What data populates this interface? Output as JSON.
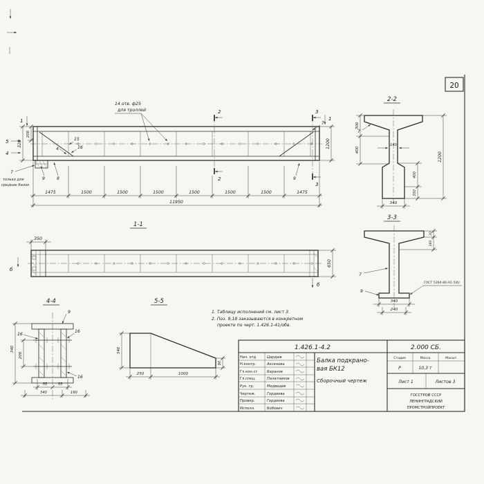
{
  "sheet": {
    "page_number": "20"
  },
  "main_view": {
    "callout_holes_1": "14 отв. ф25",
    "callout_holes_2": "для троллей",
    "cut1": "1",
    "cut2": "2",
    "cut3": "3",
    "cut4": "4",
    "cut5": "5",
    "pos4": "4",
    "pos15": "15",
    "pos16": "16",
    "pos7_left": "7",
    "pos8": "8",
    "pos9_left": "9",
    "pos9_right": "9",
    "pos7_right": "7",
    "dim_320": "320",
    "dim_200": "200",
    "dim_1200": "1200",
    "note_1": "только для",
    "note_2": "средних балок",
    "dims": [
      "1475",
      "1500",
      "1500",
      "1500",
      "1500",
      "1500",
      "1500",
      "1475"
    ],
    "dim_total": "11950"
  },
  "section22": {
    "title": "2-2",
    "dim_300": "300",
    "dim_400a": "400",
    "dim_140": "140",
    "dim_1200": "1200",
    "dim_400b": "400",
    "dim_350": "350",
    "dim_340": "340",
    "pos7": "7"
  },
  "section33": {
    "title": "3-3",
    "dim_30": "30",
    "dim_180": "180",
    "dim_340": "340",
    "dim_240": "240",
    "pos7": "7",
    "pos9": "9",
    "weld_note": "ГОСТ 5264-80-Н1-5(б)"
  },
  "section11": {
    "title": "1-1",
    "dim_350": "350",
    "dim_650": "650",
    "cut_b": "б"
  },
  "section44": {
    "title": "4-4",
    "pos9": "9",
    "dim_16": "16",
    "dim_340v": "340",
    "dim_200": "200",
    "dim_55": "55",
    "dim_340h": "340",
    "dim_160": "160"
  },
  "section55": {
    "title": "5-5",
    "dim_340": "340",
    "dim_90": "90",
    "dim_250": "250",
    "dim_1000": "1000"
  },
  "notes": {
    "line1": "1. Таблицу исполнений см. лист 3.",
    "line2": "2. Поз. 9,18 заказываются в конкретном",
    "line3": "проекте по черт. 1.426.1-41/обв."
  },
  "title_block": {
    "doc_number": "1.426.1-4.2",
    "doc_code": "2.000 СБ.",
    "rows": [
      {
        "role": "Нач. отд",
        "name": "Цардаж"
      },
      {
        "role": "Н.контр.",
        "name": "Аксенова"
      },
      {
        "role": "Гл.кон.ст",
        "name": "Баранов"
      },
      {
        "role": "Гл.спец.",
        "name": "Палатников"
      },
      {
        "role": "Рук. гр.",
        "name": "Медведев"
      },
      {
        "role": "Чертеж.",
        "name": "Гордеева"
      },
      {
        "role": "Провер.",
        "name": "Гордеева"
      },
      {
        "role": "Исполн.",
        "name": "Бобович"
      }
    ],
    "product_title_1": "Балка подкрано-",
    "product_title_2": "вая  БК12",
    "doc_type": "Сборочный  чертеж",
    "col_stage": "Стадия",
    "col_mass": "Масса",
    "col_scale": "Масшт.",
    "stage_value": "Р",
    "mass_value": "10,3 т",
    "sheet_no": "Лист 1",
    "sheets_total": "Листов 3",
    "org_1": "ГОССТРОЙ СССР",
    "org_2": "ЛЕНИНГРАДСКИЙ",
    "org_3": "ПРОМСТРОЙПРОЕКТ"
  }
}
